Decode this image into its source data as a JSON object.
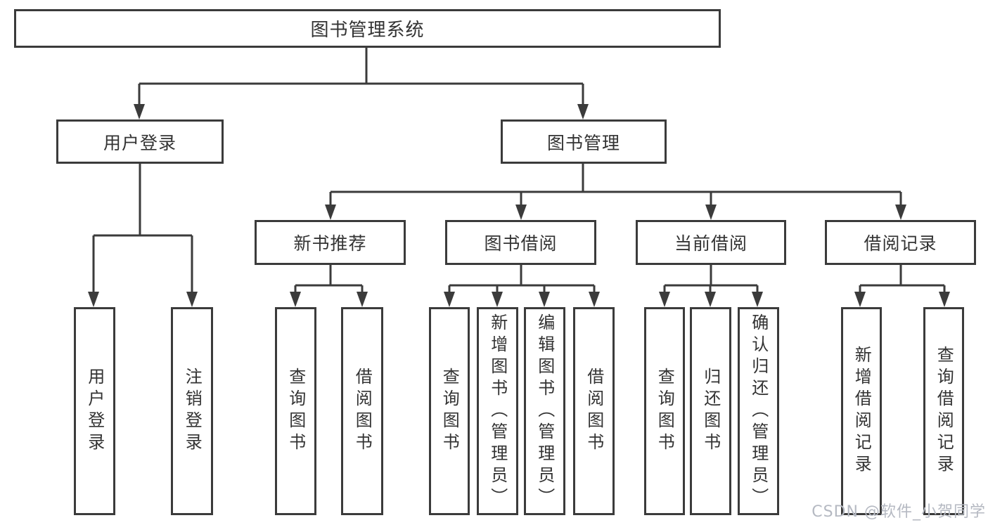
{
  "diagram": {
    "root": {
      "label": "图书管理系统"
    },
    "level2": [
      {
        "label": "用户登录"
      },
      {
        "label": "图书管理"
      }
    ],
    "level3": [
      {
        "label": "新书推荐"
      },
      {
        "label": "图书借阅"
      },
      {
        "label": "当前借阅"
      },
      {
        "label": "借阅记录"
      }
    ],
    "leaves": {
      "user_login": [
        "用户登录",
        "注销登录"
      ],
      "new_books": [
        "查询图书",
        "借阅图书"
      ],
      "book_borrow": [
        "查询图书",
        "新增图书（管理员）",
        "编辑图书（管理员）",
        "借阅图书"
      ],
      "current_borrow": [
        "查询图书",
        "归还图书",
        "确认归还（管理员）"
      ],
      "borrow_records": [
        "新增借阅记录",
        "查询借阅记录"
      ]
    },
    "colors": {
      "line": "#3b3b3b",
      "text": "#333333",
      "background": "#ffffff",
      "watermark": "#b5b9c2"
    }
  },
  "watermark": {
    "text": "CSDN @软件_小贺同学"
  }
}
